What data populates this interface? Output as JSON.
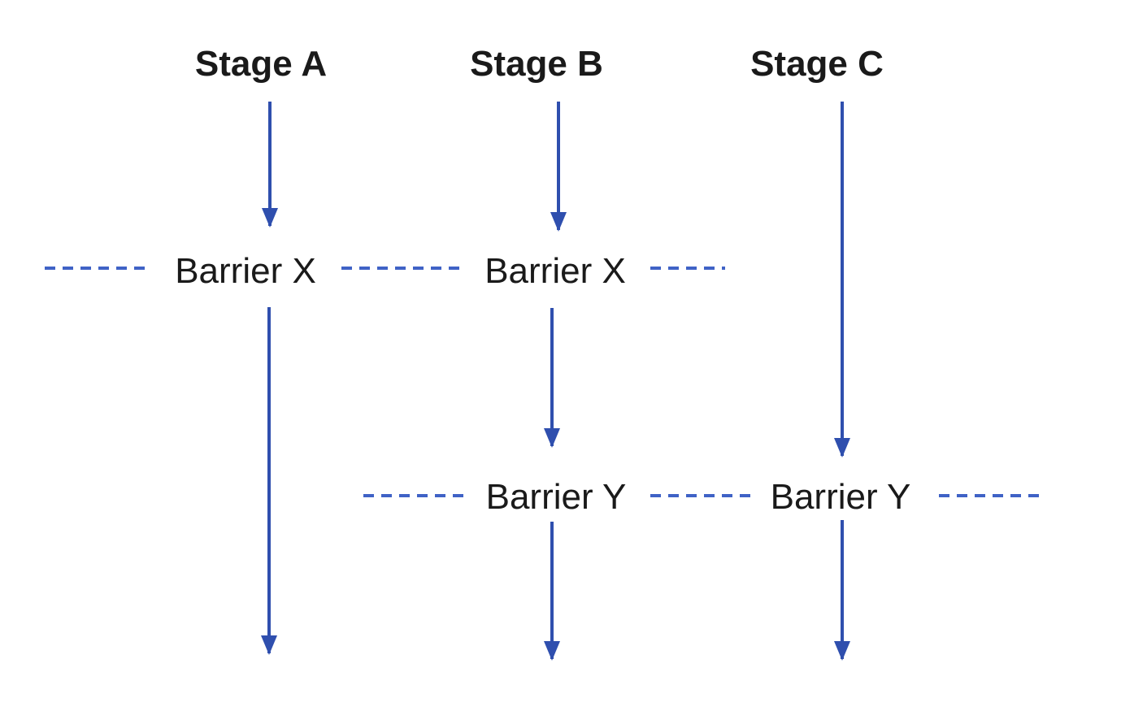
{
  "diagram": {
    "title": "",
    "stages": [
      {
        "label": "Stage A"
      },
      {
        "label": "Stage B"
      },
      {
        "label": "Stage C"
      }
    ],
    "barriers": [
      {
        "label": "Barrier X"
      },
      {
        "label": "Barrier Y"
      }
    ]
  },
  "colors": {
    "arrow": "#2f4fae",
    "dash": "#3f62c6",
    "text": "#1a1a1a",
    "background": "#ffffff"
  }
}
